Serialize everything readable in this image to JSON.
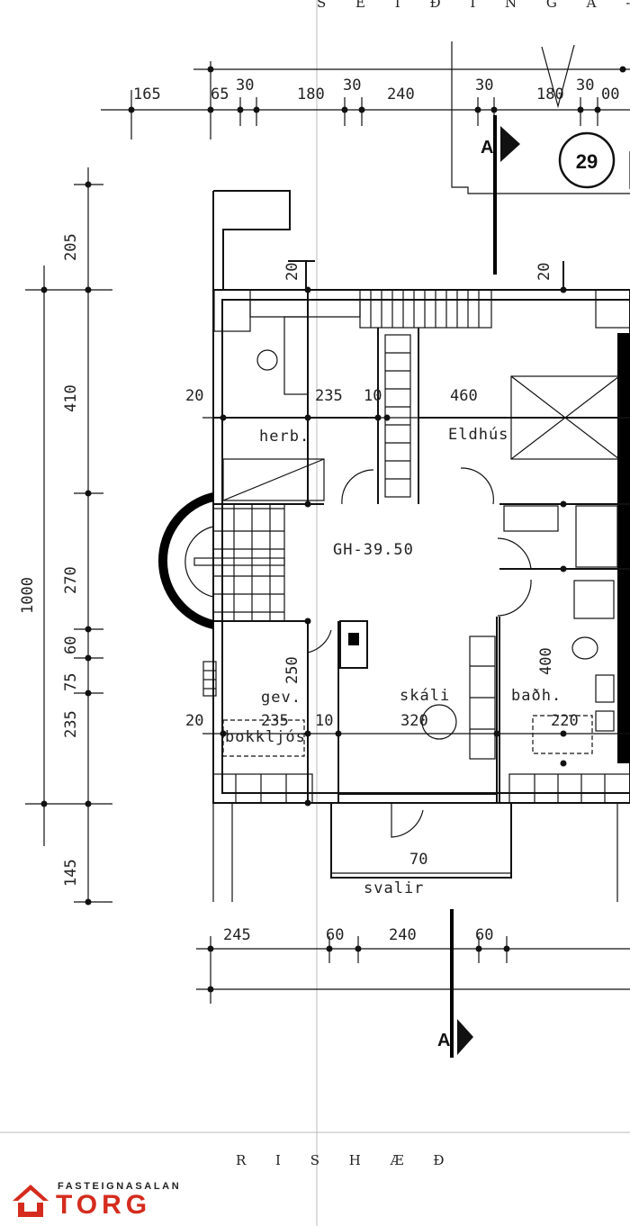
{
  "header_text": "S E I Ð I N G   A - A",
  "footer_text": "R I S H Æ Ð",
  "house_number": "29",
  "section_mark": "A",
  "top_dims": [
    "165",
    "65",
    "30",
    "180",
    "30",
    "240",
    "30",
    "180",
    "30",
    "00"
  ],
  "bottom_dims": [
    "245",
    "60",
    "240",
    "60"
  ],
  "left_dims": [
    "205",
    "410",
    "270",
    "60",
    "75",
    "235",
    "145"
  ],
  "left_total": "1000",
  "inner_dims": [
    "20",
    "20",
    "20",
    "20",
    "235",
    "10",
    "460",
    "320",
    "220",
    "235",
    "10",
    "250",
    "400",
    "70"
  ],
  "floor_label": "GH-39.50",
  "rooms": {
    "herb": "herb.",
    "eldhus": "Eldhús",
    "skali": "skáli",
    "gev": "gev.",
    "bad": "baðh.",
    "bakk": "bokkljós",
    "svalir": "svalir"
  },
  "logo": {
    "small": "FASTEIGNASALAN",
    "name": "TORG",
    "color": "#d52b1e"
  }
}
